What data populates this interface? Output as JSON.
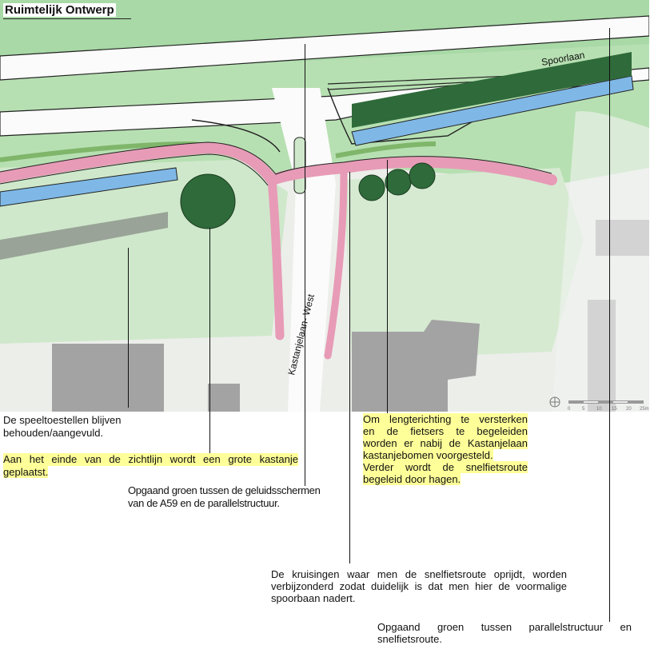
{
  "title": "Ruimtelijk Ontwerp",
  "map": {
    "street_labels": [
      "Spoorlaan",
      "Kastanjelaan- West"
    ],
    "scale_bar": {
      "ticks": [
        "0",
        "5",
        "10",
        "15",
        "20",
        "25m"
      ]
    },
    "north_icon": "north-arrow-icon",
    "colors": {
      "green": "#a8d9a6",
      "tree": "#2f6a3a",
      "canal": "#7fb8e6",
      "cycle_route": "#e79bb6",
      "building": "#a3a3a3",
      "highlight": "#ffff99"
    }
  },
  "annotations": {
    "speeltoestellen": {
      "lines": [
        "De speeltoestellen blijven",
        "behouden/aangevuld."
      ]
    },
    "kastanje": {
      "lines": [
        "Aan het einde van de zichtlijn wordt een grote kastanje",
        "geplaatst."
      ]
    },
    "geluidsschermen": {
      "lines": [
        "Opgaand groen tussen de geluidsschermen",
        "van de A59 en de parallelstructuur."
      ]
    },
    "lengterichting": {
      "lines": [
        "Om lengterichting te versterken",
        "en de fietsers te begeleiden",
        "worden er nabij de Kastanjelaan",
        "kastanjebomen voorgesteld.",
        "Verder wordt de snelfietsroute",
        "begeleid door hagen."
      ]
    },
    "kruisingen": {
      "lines": [
        "De kruisingen waar men de snelfietsroute oprijdt, worden",
        "verbijzonderd zodat duidelijk is dat men hier de voormalige",
        "spoorbaan nadert."
      ]
    },
    "parallelstructuur": {
      "lines": [
        "Opgaand groen tussen parallelstructuur en",
        "snelfietsroute."
      ]
    }
  }
}
